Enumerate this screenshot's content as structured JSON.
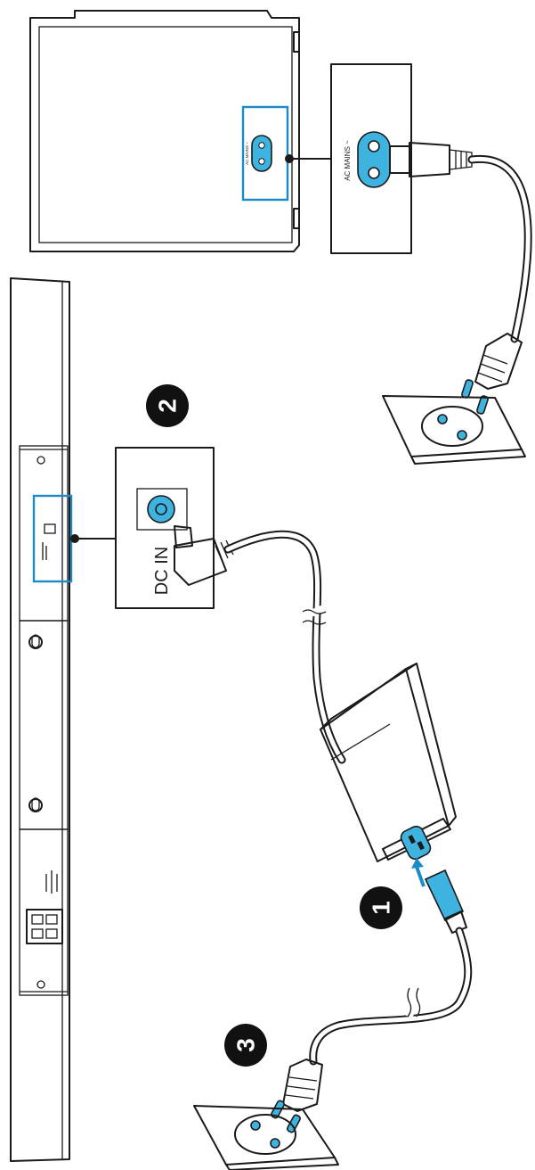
{
  "colors": {
    "line": "#1a1a1a",
    "highlight": "#1b8bc6",
    "highlight_fill": "#3fb3e0",
    "background": "#ffffff",
    "step_badge": "#111111"
  },
  "subwoofer": {
    "port_label": "AC MAINS ~"
  },
  "callout_ac": {
    "label": "AC MAINS ~"
  },
  "callout_dc": {
    "label": "DC IN"
  },
  "steps": [
    {
      "number": "1"
    },
    {
      "number": "2"
    },
    {
      "number": "3"
    }
  ]
}
